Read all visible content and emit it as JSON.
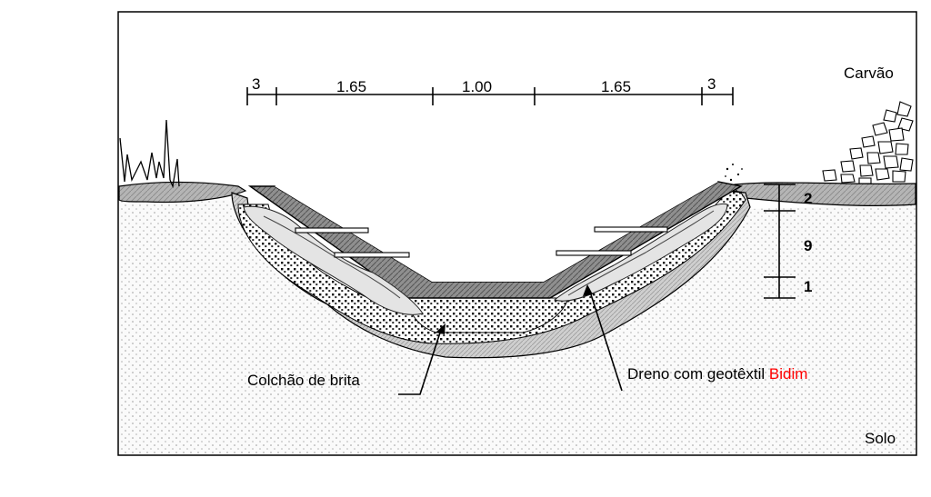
{
  "labels": {
    "coal": "Carvão",
    "soil": "Solo",
    "gravel_bed": "Colchão de brita",
    "drain_prefix": "Dreno com geotêxtil ",
    "drain_brand": "Bidim"
  },
  "top_dimensions": [
    "3",
    "1.65",
    "1.00",
    "1.65",
    "3"
  ],
  "side_dimensions": [
    "2",
    "9",
    "1"
  ],
  "colors": {
    "brand": "#ff0000",
    "line": "#000000"
  }
}
